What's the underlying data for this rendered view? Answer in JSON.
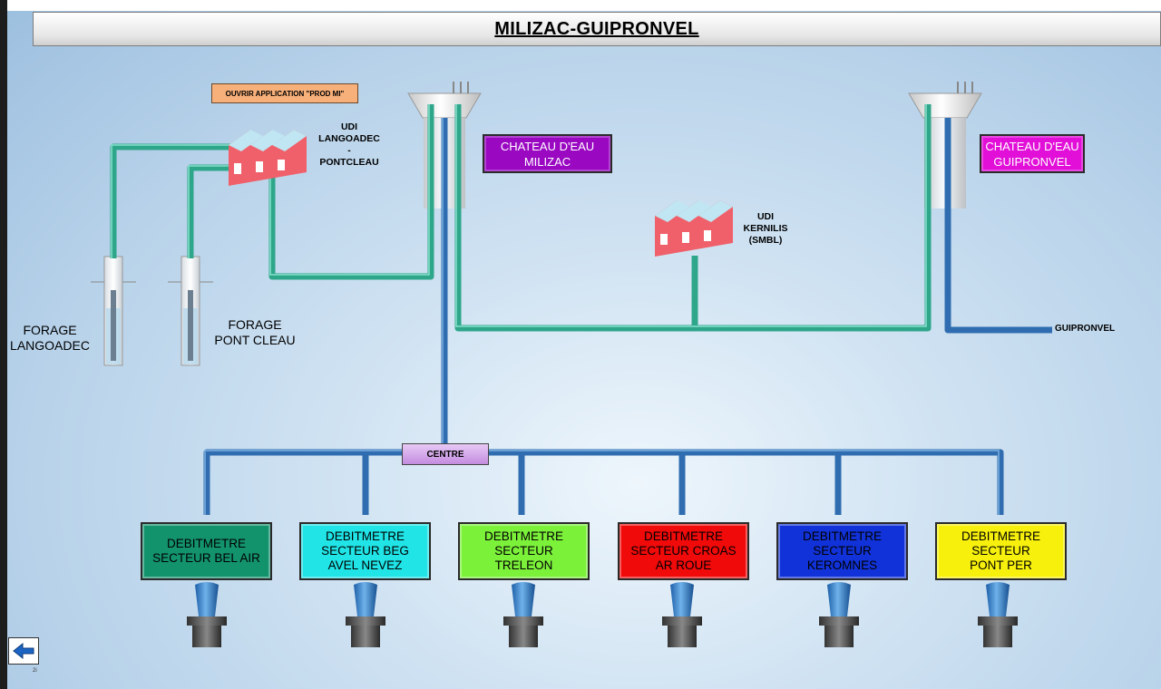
{
  "title": "MILIZAC-GUIPRONVEL",
  "app_button": "OUVRIR APPLICATION \"PROD MI\"",
  "udi_langoadec": [
    "UDI",
    "LANGOADEC",
    "-",
    "PONTCLEAU"
  ],
  "udi_kernilis": [
    "UDI",
    "KERNILIS",
    "(SMBL)"
  ],
  "forage_langoadec": [
    "FORAGE",
    "LANGOADEC"
  ],
  "forage_pontcleau": [
    "FORAGE",
    "PONT CLEAU"
  ],
  "chateau_milizac": {
    "lines": [
      "CHATEAU D'EAU",
      "MILIZAC"
    ],
    "color": "#9a08c2"
  },
  "chateau_guipronvel": {
    "lines": [
      "CHATEAU D'EAU",
      "GUIPRONVEL"
    ],
    "color": "#e20fd8"
  },
  "guipronvel_label": "GUIPRONVEL",
  "centre_label": "CENTRE",
  "meters": [
    {
      "lines": [
        "DEBITMETRE",
        "SECTEUR BEL AIR"
      ],
      "color": "#13936c",
      "text_color": "#000000"
    },
    {
      "lines": [
        "DEBITMETRE",
        "SECTEUR BEG",
        "AVEL NEVEZ"
      ],
      "color": "#20e4e6",
      "text_color": "#000000"
    },
    {
      "lines": [
        "DEBITMETRE",
        "SECTEUR",
        "TRELEON"
      ],
      "color": "#7cf13a",
      "text_color": "#000000"
    },
    {
      "lines": [
        "DEBITMETRE",
        "SECTEUR CROAS",
        "AR ROUE"
      ],
      "color": "#f00a0a",
      "text_color": "#000000"
    },
    {
      "lines": [
        "DEBITMETRE",
        "SECTEUR",
        "KEROMNES"
      ],
      "color": "#1132d8",
      "text_color": "#000000"
    },
    {
      "lines": [
        "DEBITMETRE",
        "SECTEUR",
        "PONT PER"
      ],
      "color": "#f7f00d",
      "text_color": "#000000"
    }
  ],
  "back_icon": "arrow-left-icon",
  "page_number": "2i",
  "colors": {
    "pipe_green": "#2ea68a",
    "pipe_blue": "#2f6db0",
    "factory_red": "#f0606a"
  }
}
